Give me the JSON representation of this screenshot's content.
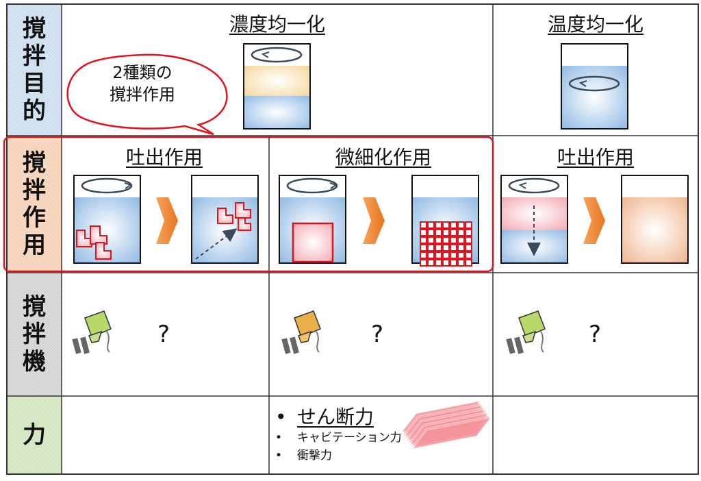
{
  "rows": {
    "purpose": [
      "撹",
      "拌",
      "目",
      "的"
    ],
    "action": [
      "撹",
      "拌",
      "作",
      "用"
    ],
    "machine": [
      "撹",
      "拌",
      "機"
    ],
    "force": [
      "力"
    ]
  },
  "purpose": {
    "concentration": "濃度均一化",
    "temperature": "温度均一化",
    "callout_line1": "2種類の",
    "callout_line2": "撹拌作用"
  },
  "actions": {
    "discharge": "吐出作用",
    "refinement": "微細化作用",
    "discharge2": "吐出作用"
  },
  "machines": {
    "q1": "?",
    "q2": "?",
    "q3": "?"
  },
  "forces": {
    "shear": "せん断力",
    "cavitation": "キャビテーション力",
    "impact": "衝撃力"
  },
  "colors": {
    "row_purpose_bg": "#d9e7f5",
    "row_action_bg": "#fbdcc5",
    "row_machine_bg": "#d9d9d9",
    "row_force_bg": "#dceccb",
    "water_blue": "#8fb9e4",
    "yellow_layer": "#f5d69a",
    "pink_layer": "#f3a9b4",
    "peach_fill": "#f0b58e",
    "red_accent": "#e0141e",
    "arrow_orange": "#e8741a"
  }
}
